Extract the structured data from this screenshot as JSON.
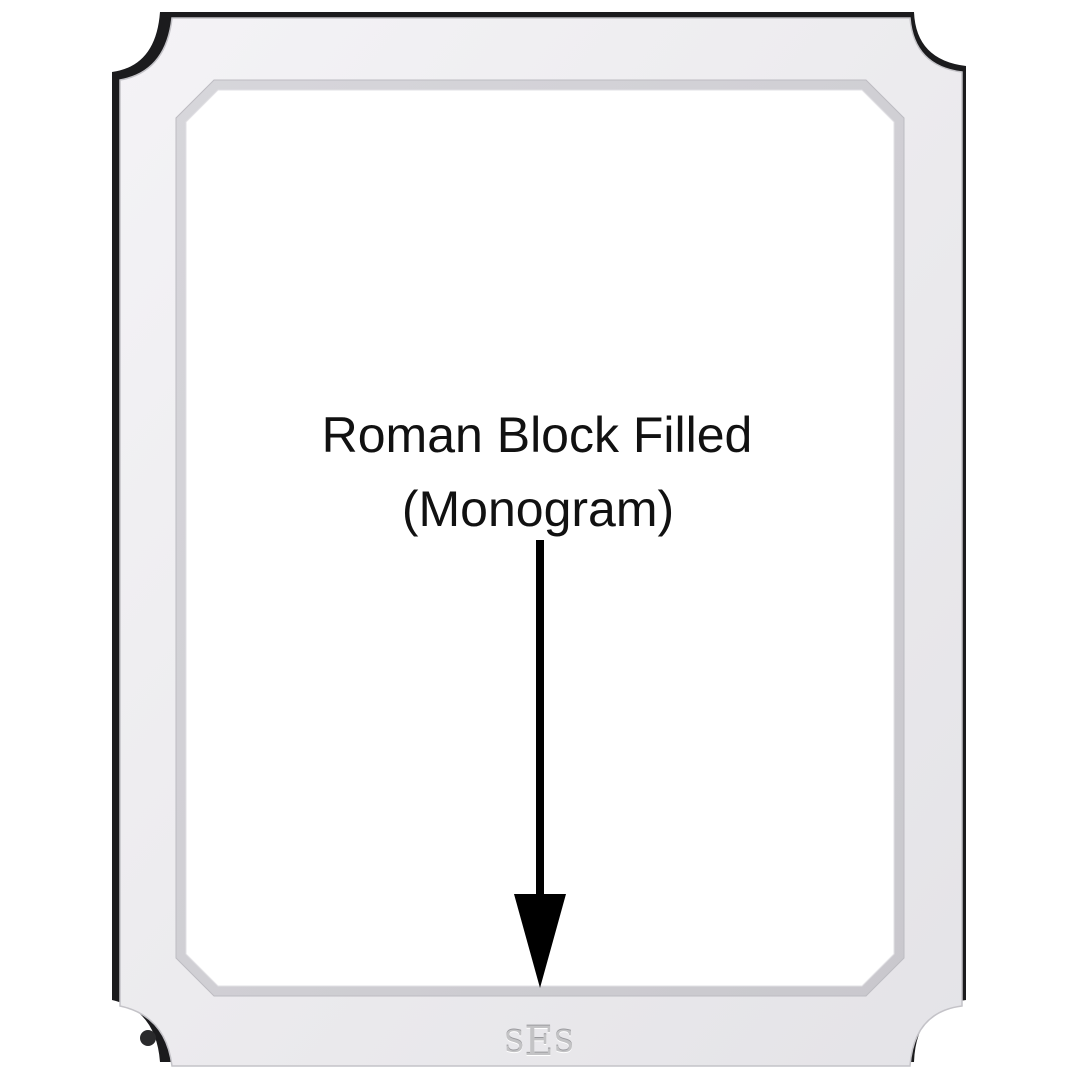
{
  "caption": {
    "line1": "Roman Block Filled",
    "line2": "(Monogram)"
  },
  "monogram": {
    "first": "S",
    "middle": "E",
    "last": "S"
  },
  "colors": {
    "frame_face": "#ecebee",
    "frame_edge": "#1b1b1d",
    "photo_area": "#ffffff",
    "arrow": "#000000",
    "engraving": "#c3c3c5"
  },
  "icons": {
    "pointer": "arrow-down-icon"
  }
}
